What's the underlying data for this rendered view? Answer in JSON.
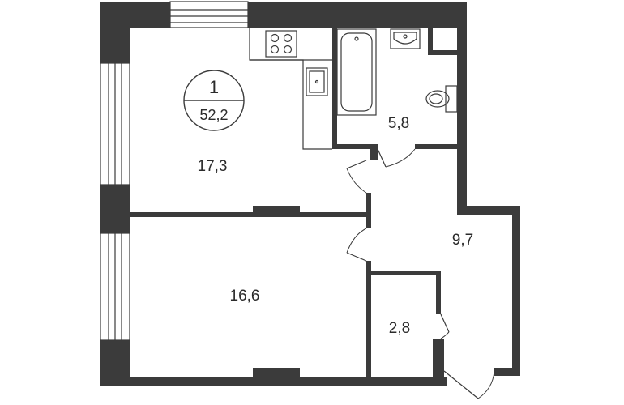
{
  "apartment": {
    "rooms": "1",
    "total_area": "52,2"
  },
  "rooms": [
    {
      "id": "kitchen-living",
      "area": "17,3"
    },
    {
      "id": "bedroom",
      "area": "16,6"
    },
    {
      "id": "bathroom",
      "area": "5,8"
    },
    {
      "id": "hallway",
      "area": "9,7"
    },
    {
      "id": "storage",
      "area": "2,8"
    }
  ],
  "colors": {
    "wall": "#3b3b3b",
    "background": "#ffffff",
    "text": "#2b2b2b"
  }
}
